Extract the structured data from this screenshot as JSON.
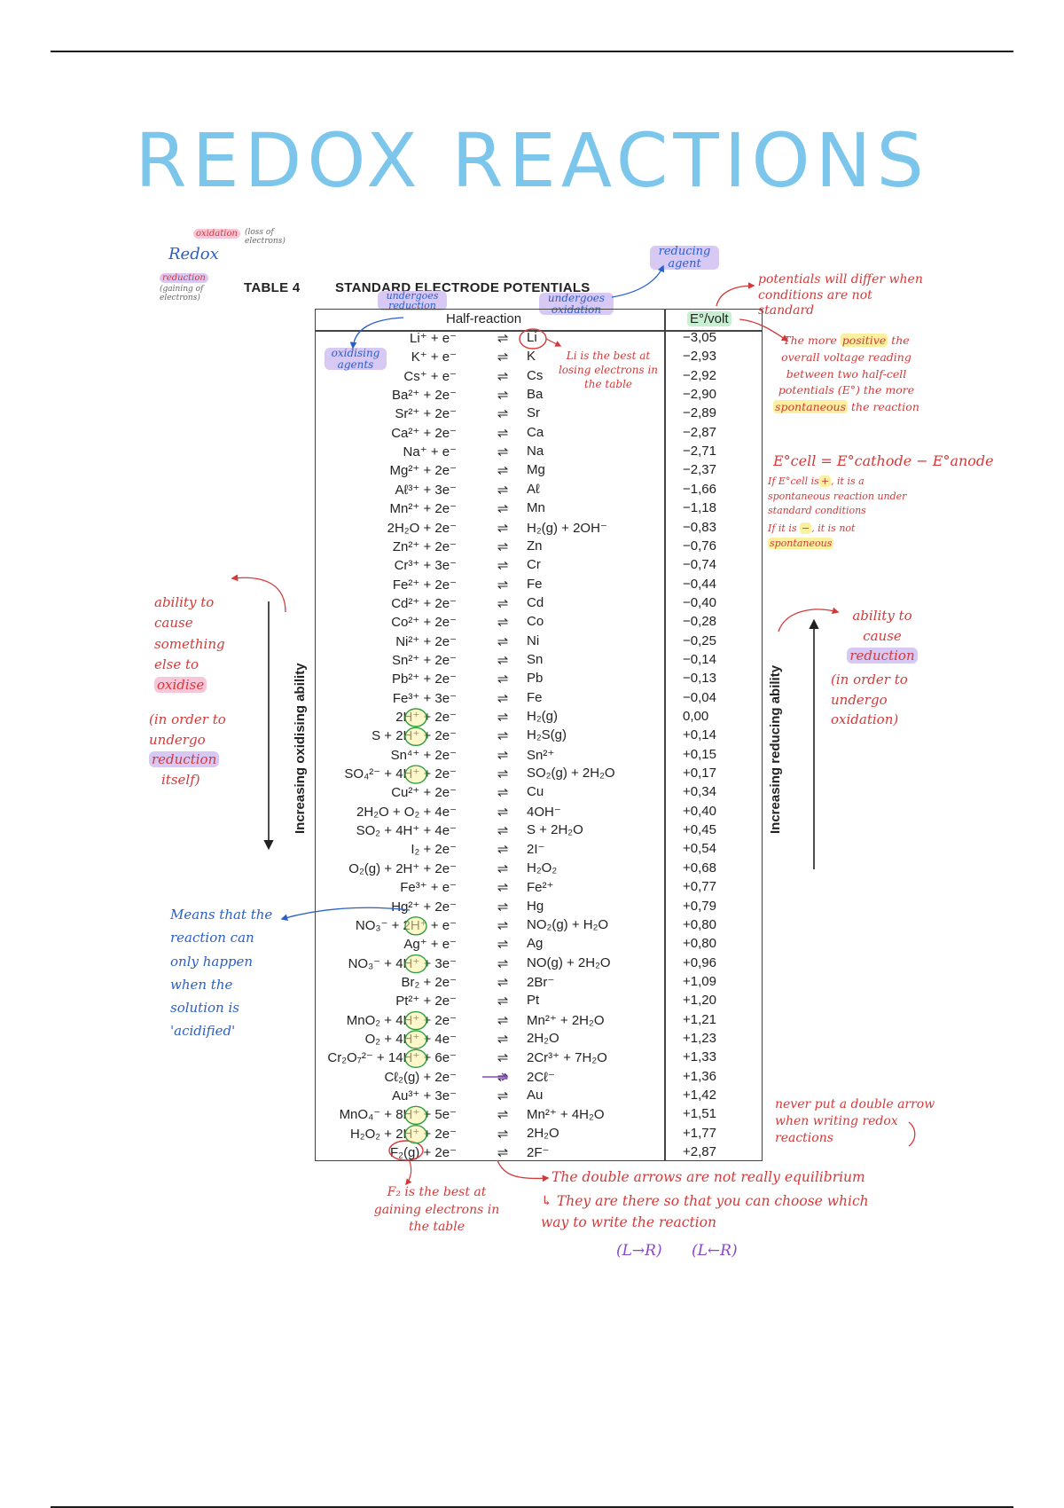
{
  "page": {
    "title": "REDOX REACTIONS"
  },
  "table": {
    "label": "TABLE 4",
    "name": "STANDARD ELECTRODE POTENTIALS",
    "col_half_reaction": "Half-reaction",
    "col_potential": "E°/volt",
    "side_left": "Increasing oxidising ability",
    "side_right": "Increasing reducing ability",
    "rows": [
      {
        "lhs": "Li⁺ + e⁻",
        "arrow": "⇌",
        "rhs": "Li",
        "pot": "−3,05"
      },
      {
        "lhs": "K⁺ + e⁻",
        "arrow": "⇌",
        "rhs": "K",
        "pot": "−2,93"
      },
      {
        "lhs": "Cs⁺ + e⁻",
        "arrow": "⇌",
        "rhs": "Cs",
        "pot": "−2,92"
      },
      {
        "lhs": "Ba²⁺ + 2e⁻",
        "arrow": "⇌",
        "rhs": "Ba",
        "pot": "−2,90"
      },
      {
        "lhs": "Sr²⁺ + 2e⁻",
        "arrow": "⇌",
        "rhs": "Sr",
        "pot": "−2,89"
      },
      {
        "lhs": "Ca²⁺ + 2e⁻",
        "arrow": "⇌",
        "rhs": "Ca",
        "pot": "−2,87"
      },
      {
        "lhs": "Na⁺ + e⁻",
        "arrow": "⇌",
        "rhs": "Na",
        "pot": "−2,71"
      },
      {
        "lhs": "Mg²⁺ + 2e⁻",
        "arrow": "⇌",
        "rhs": "Mg",
        "pot": "−2,37"
      },
      {
        "lhs": "Aℓ³⁺ + 3e⁻",
        "arrow": "⇌",
        "rhs": "Aℓ",
        "pot": "−1,66"
      },
      {
        "lhs": "Mn²⁺ + 2e⁻",
        "arrow": "⇌",
        "rhs": "Mn",
        "pot": "−1,18"
      },
      {
        "lhs": "2H₂O + 2e⁻",
        "arrow": "⇌",
        "rhs": "H₂(g) + 2OH⁻",
        "pot": "−0,83"
      },
      {
        "lhs": "Zn²⁺ + 2e⁻",
        "arrow": "⇌",
        "rhs": "Zn",
        "pot": "−0,76"
      },
      {
        "lhs": "Cr³⁺ + 3e⁻",
        "arrow": "⇌",
        "rhs": "Cr",
        "pot": "−0,74"
      },
      {
        "lhs": "Fe²⁺ + 2e⁻",
        "arrow": "⇌",
        "rhs": "Fe",
        "pot": "−0,44"
      },
      {
        "lhs": "Cd²⁺ + 2e⁻",
        "arrow": "⇌",
        "rhs": "Cd",
        "pot": "−0,40"
      },
      {
        "lhs": "Co²⁺ + 2e⁻",
        "arrow": "⇌",
        "rhs": "Co",
        "pot": "−0,28"
      },
      {
        "lhs": "Ni²⁺ + 2e⁻",
        "arrow": "⇌",
        "rhs": "Ni",
        "pot": "−0,25"
      },
      {
        "lhs": "Sn²⁺ + 2e⁻",
        "arrow": "⇌",
        "rhs": "Sn",
        "pot": "−0,14"
      },
      {
        "lhs": "Pb²⁺ + 2e⁻",
        "arrow": "⇌",
        "rhs": "Pb",
        "pot": "−0,13"
      },
      {
        "lhs": "Fe³⁺ + 3e⁻",
        "arrow": "⇌",
        "rhs": "Fe",
        "pot": "−0,04"
      },
      {
        "lhs": "2H⁺ + 2e⁻",
        "arrow": "⇌",
        "rhs": "H₂(g)",
        "pot": "0,00"
      },
      {
        "lhs": "S + 2H⁺ + 2e⁻",
        "arrow": "⇌",
        "rhs": "H₂S(g)",
        "pot": "+0,14"
      },
      {
        "lhs": "Sn⁴⁺ + 2e⁻",
        "arrow": "⇌",
        "rhs": "Sn²⁺",
        "pot": "+0,15"
      },
      {
        "lhs": "SO₄²⁻ + 4H⁺ + 2e⁻",
        "arrow": "⇌",
        "rhs": "SO₂(g) + 2H₂O",
        "pot": "+0,17"
      },
      {
        "lhs": "Cu²⁺ + 2e⁻",
        "arrow": "⇌",
        "rhs": "Cu",
        "pot": "+0,34"
      },
      {
        "lhs": "2H₂O + O₂ + 4e⁻",
        "arrow": "⇌",
        "rhs": "4OH⁻",
        "pot": "+0,40"
      },
      {
        "lhs": "SO₂ + 4H⁺ + 4e⁻",
        "arrow": "⇌",
        "rhs": "S + 2H₂O",
        "pot": "+0,45"
      },
      {
        "lhs": "I₂ + 2e⁻",
        "arrow": "⇌",
        "rhs": "2I⁻",
        "pot": "+0,54"
      },
      {
        "lhs": "O₂(g) + 2H⁺ + 2e⁻",
        "arrow": "⇌",
        "rhs": "H₂O₂",
        "pot": "+0,68"
      },
      {
        "lhs": "Fe³⁺ + e⁻",
        "arrow": "⇌",
        "rhs": "Fe²⁺",
        "pot": "+0,77"
      },
      {
        "lhs": "Hg²⁺ + 2e⁻",
        "arrow": "⇌",
        "rhs": "Hg",
        "pot": "+0,79"
      },
      {
        "lhs": "NO₃⁻ + 2H⁺ + e⁻",
        "arrow": "⇌",
        "rhs": "NO₂(g) + H₂O",
        "pot": "+0,80"
      },
      {
        "lhs": "Ag⁺ + e⁻",
        "arrow": "⇌",
        "rhs": "Ag",
        "pot": "+0,80"
      },
      {
        "lhs": "NO₃⁻ + 4H⁺ + 3e⁻",
        "arrow": "⇌",
        "rhs": "NO(g) + 2H₂O",
        "pot": "+0,96"
      },
      {
        "lhs": "Br₂ + 2e⁻",
        "arrow": "⇌",
        "rhs": "2Br⁻",
        "pot": "+1,09"
      },
      {
        "lhs": "Pt²⁺ + 2e⁻",
        "arrow": "⇌",
        "rhs": "Pt",
        "pot": "+1,20"
      },
      {
        "lhs": "MnO₂ + 4H⁺ + 2e⁻",
        "arrow": "⇌",
        "rhs": "Mn²⁺ + 2H₂O",
        "pot": "+1,21"
      },
      {
        "lhs": "O₂ + 4H⁺ + 4e⁻",
        "arrow": "⇌",
        "rhs": "2H₂O",
        "pot": "+1,23"
      },
      {
        "lhs": "Cr₂O₇²⁻ + 14H⁺ + 6e⁻",
        "arrow": "⇌",
        "rhs": "2Cr³⁺ + 7H₂O",
        "pot": "+1,33"
      },
      {
        "lhs": "Cℓ₂(g) + 2e⁻",
        "arrow": "⇌",
        "rhs": "2Cℓ⁻",
        "pot": "+1,36"
      },
      {
        "lhs": "Au³⁺ + 3e⁻",
        "arrow": "⇌",
        "rhs": "Au",
        "pot": "+1,42"
      },
      {
        "lhs": "MnO₄⁻ + 8H⁺ + 5e⁻",
        "arrow": "⇌",
        "rhs": "Mn²⁺ + 4H₂O",
        "pot": "+1,51"
      },
      {
        "lhs": "H₂O₂ + 2H⁺ + 2e⁻",
        "arrow": "⇌",
        "rhs": "2H₂O",
        "pot": "+1,77"
      },
      {
        "lhs": "F₂(g) + 2e⁻",
        "arrow": "⇌",
        "rhs": "2F⁻",
        "pot": "+2,87"
      }
    ]
  },
  "notes": {
    "redox_word": "Redox",
    "oxidation_tag": "oxidation",
    "oxidation_def": "(loss of electrons)",
    "reduction_tag": "reduction",
    "reduction_def": "(gaining of electrons)",
    "undergoes_reduction": "undergoes reduction",
    "undergoes_oxidation": "undergoes oxidation",
    "reducing_agent": "reducing agent",
    "oxidising_agents": "oxidising agents",
    "li_best": "Li is the best at losing electrons in the table",
    "potentials_differ": "potentials will differ when conditions are not standard",
    "more_positive_1": "The more",
    "more_positive_2": "positive",
    "more_positive_3": "the overall voltage reading between two half-cell potentials (E°)",
    "more_positive_4": "the more",
    "more_positive_5": "spontaneous",
    "more_positive_6": "the reaction",
    "ecell_formula": "E°cell = E°cathode − E°anode",
    "if_pos_1": "If E°cell is",
    "if_pos_sign": "+",
    "if_pos_2": ", it is a spontaneous reaction under standard conditions",
    "if_neg_1": "If it is",
    "if_neg_sign": "−",
    "if_neg_2": ", it is not",
    "if_neg_3": "spontaneous",
    "left_ability": "ability to cause something else to",
    "left_oxidise": "oxidise",
    "left_order": "(in order to undergo",
    "left_reduction": "reduction",
    "left_itself": "itself)",
    "right_ability": "ability to cause",
    "right_reduction": "reduction",
    "right_order": "(in order to undergo oxidation)",
    "acidified": "Means that the reaction can only happen when the solution is 'acidified'",
    "never_double": "never put a double arrow when writing redox reactions",
    "f2_best": "F₂ is the best at gaining electrons in the table",
    "double_arrows_1": "The double arrows are not really equilibrium",
    "double_arrows_2": "↳ They are there so that you can choose which way to write the reaction",
    "l_to_r": "(L→R)",
    "r_to_l": "(L←R)"
  }
}
